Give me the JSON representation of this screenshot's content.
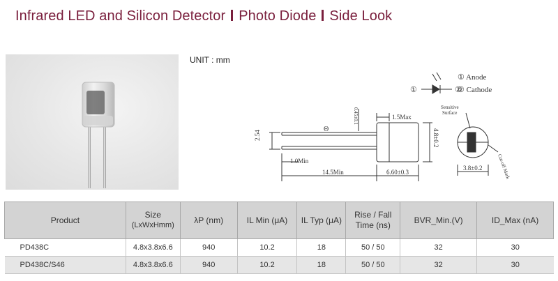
{
  "header": {
    "title_part1": "Infrared LED and Silicon Detector",
    "title_part2": "Photo Diode",
    "title_part3": "Side Look"
  },
  "drawing": {
    "unit": "UNIT : mm",
    "anode": "① Anode",
    "cathode": "② Cathode",
    "pin1": "①",
    "pin2": "②",
    "dim_lead": "0.45±0.1",
    "dim_15max": "1.5Max",
    "dim_254": "2.54",
    "dim_10min": "1.0Min",
    "dim_145min": "14.5Min",
    "dim_660": "6.60±0.3",
    "dim_48": "4.8±0.2",
    "dim_38": "3.8±0.2",
    "sensitive_surface_1": "Sensitive",
    "sensitive_surface_2": "Surface",
    "cutoff_mark": "Cut-off Mark",
    "theta_mark": "Θ"
  },
  "table": {
    "headers": {
      "product": "Product",
      "size_line1": "Size",
      "size_line2": "(LxWxHmm)",
      "lambda": "λP (nm)",
      "il_min": "IL Min (μA)",
      "il_typ": "IL Typ (μA)",
      "rise_fall_line1": "Rise / Fall",
      "rise_fall_line2": "Time (ns)",
      "bvr": "BVR_Min.(V)",
      "id_max": "ID_Max (nA)"
    },
    "rows": [
      {
        "product": "PD438C",
        "size": "4.8x3.8x6.6",
        "lambda": "940",
        "il_min": "10.2",
        "il_typ": "18",
        "rise_fall": "50 / 50",
        "bvr": "32",
        "id_max": "30"
      },
      {
        "product": "PD438C/S46",
        "size": "4.8x3.8x6.6",
        "lambda": "940",
        "il_min": "10.2",
        "il_typ": "18",
        "rise_fall": "50 / 50",
        "bvr": "32",
        "id_max": "30"
      }
    ]
  },
  "colors": {
    "title": "#7a1f3d",
    "table_header_bg": "#d3d3d3",
    "alt_row_bg": "#e6e6e6"
  }
}
